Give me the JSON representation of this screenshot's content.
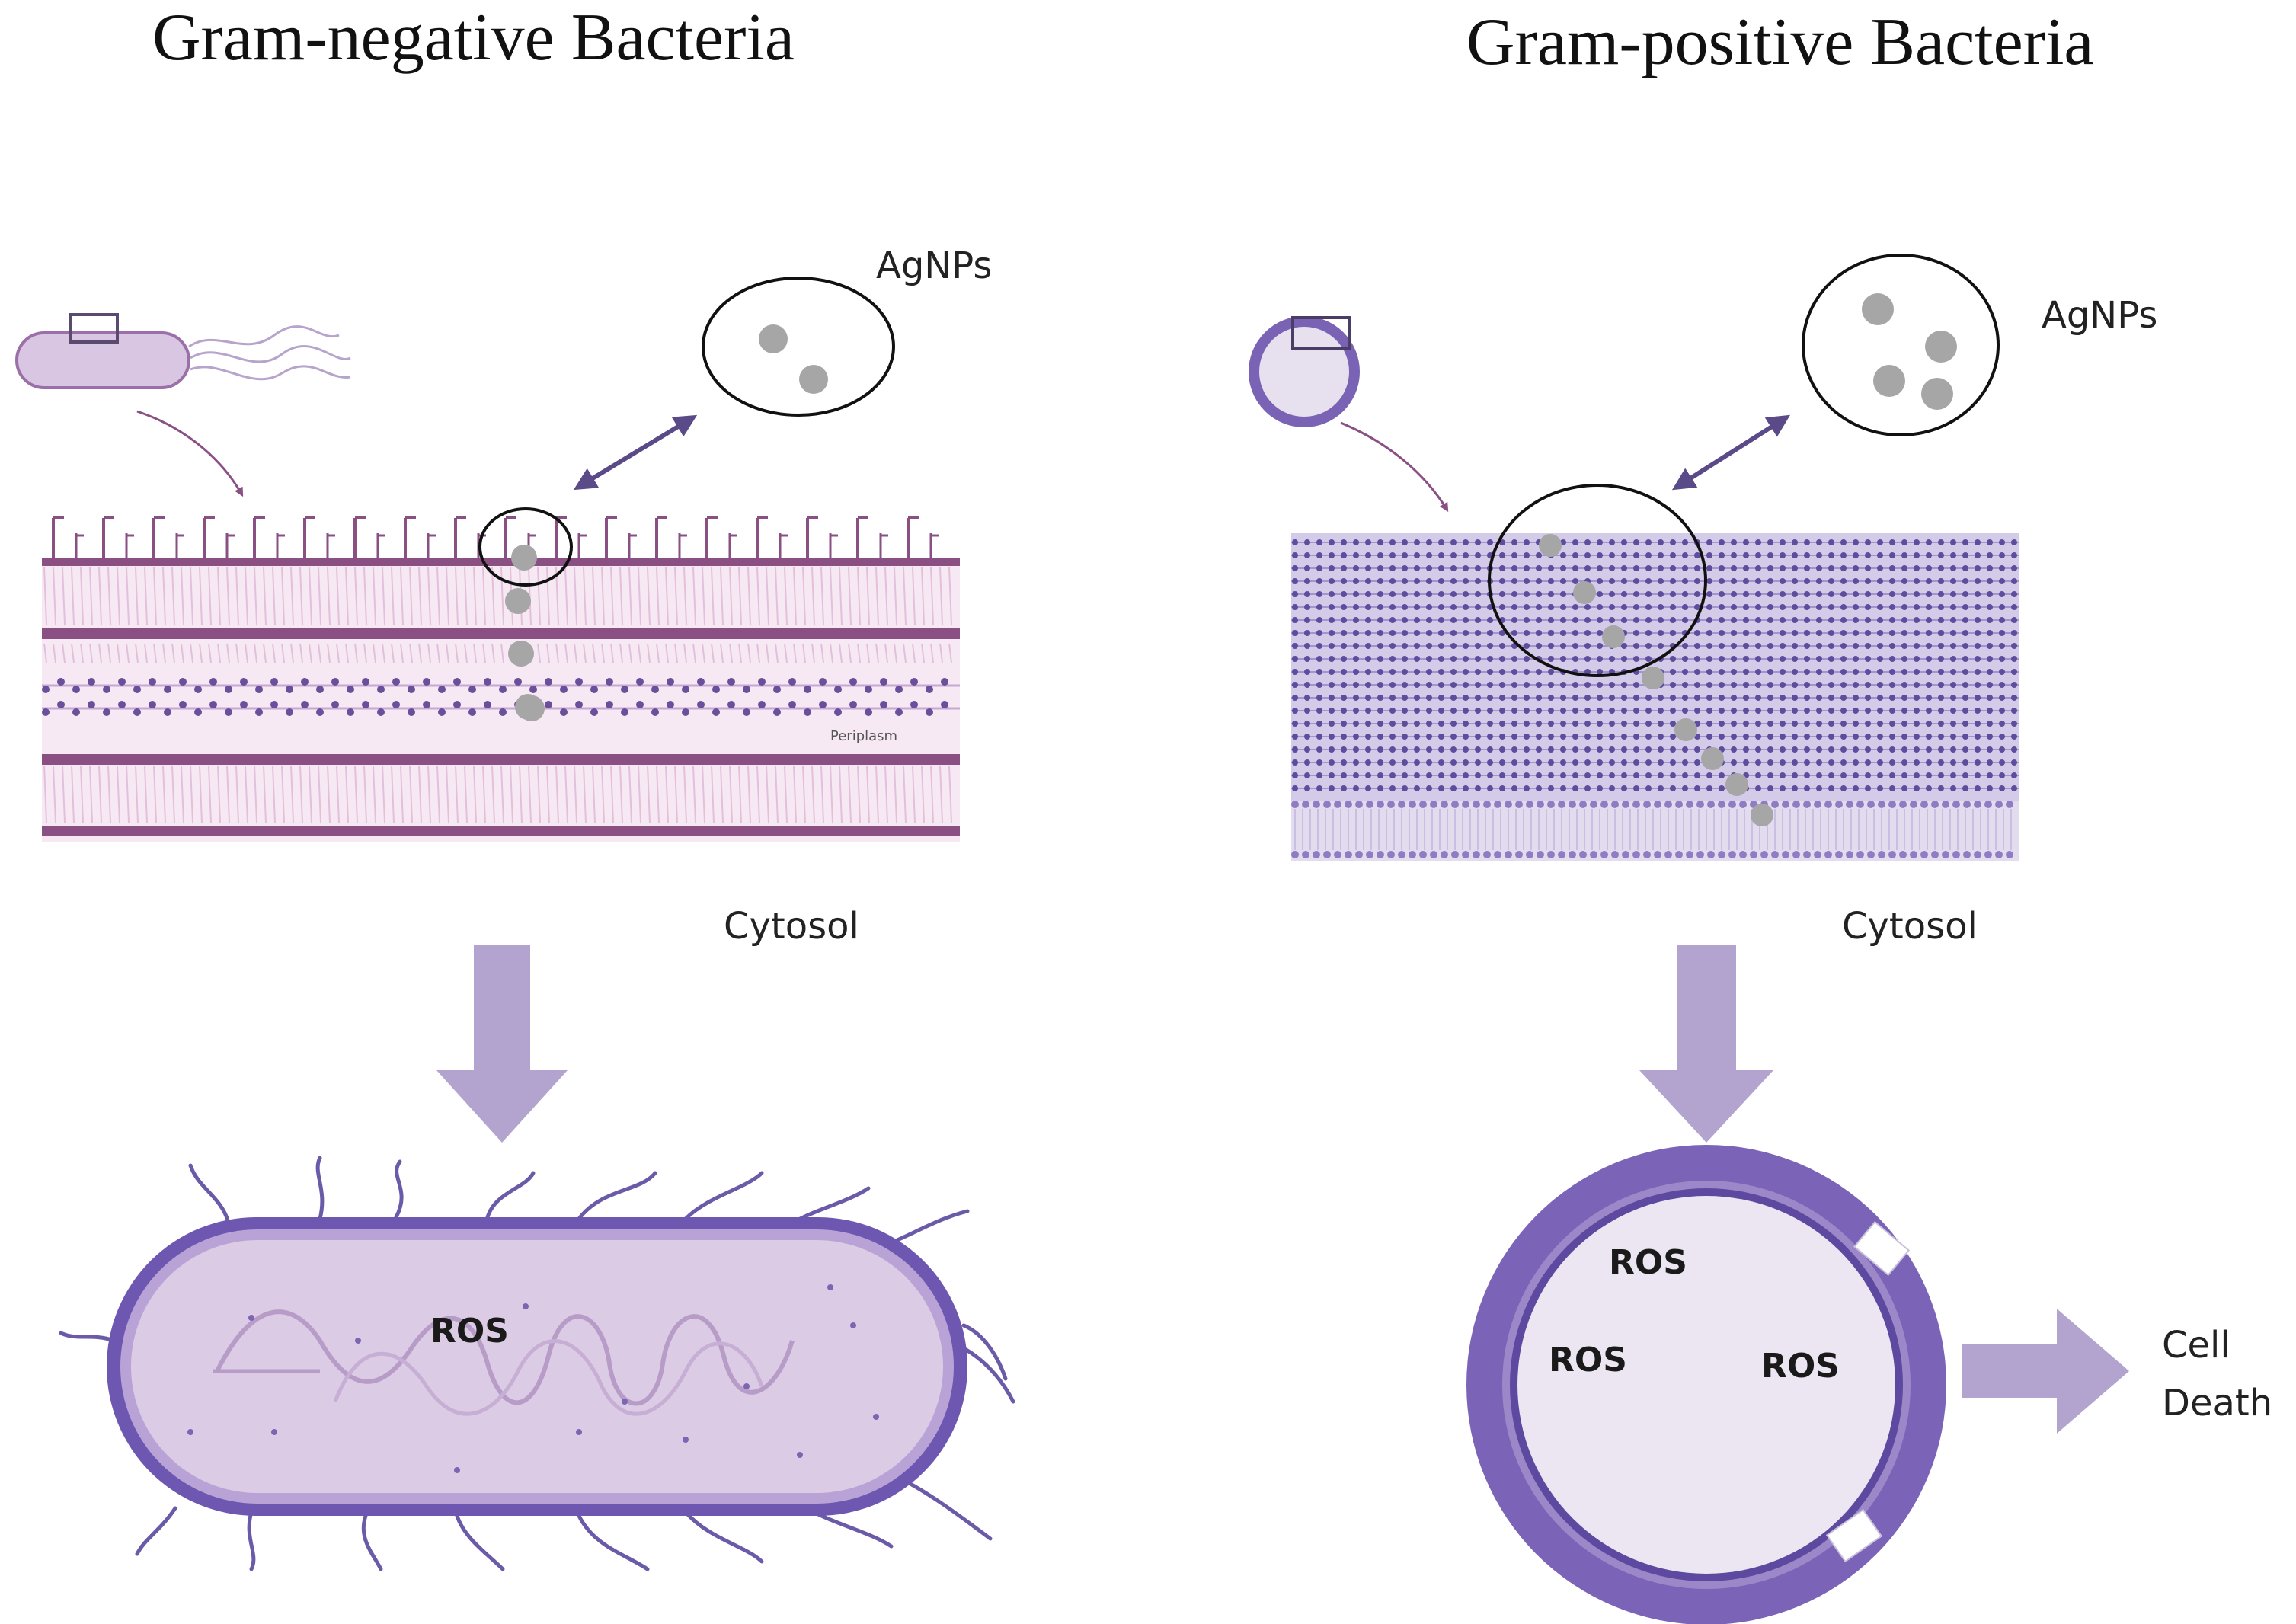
{
  "titles": {
    "gram_negative": "Gram-negative Bacteria",
    "gram_positive": "Gram-positive Bacteria"
  },
  "labels": {
    "agnps_left": "AgNPs",
    "agnps_right": "AgNPs",
    "periplasm": "Periplasm",
    "cytosol_left": "Cytosol",
    "cytosol_right": "Cytosol",
    "ros_rod": "ROS",
    "ros_c1": "ROS",
    "ros_c2": "ROS",
    "ros_c3": "ROS",
    "cell": "Cell",
    "death": "Death"
  },
  "colors": {
    "membrane": "#8a4f83",
    "membrane_pink": "#f3e4f0",
    "wall_purple": "#5b4aa0",
    "arrow": "#b3a4cf",
    "cell_fill": "#dccbe5",
    "cell_border": "#6d57b1",
    "nanoparticle": "#a6a6a6",
    "double_arrow": "#5b4a88"
  }
}
